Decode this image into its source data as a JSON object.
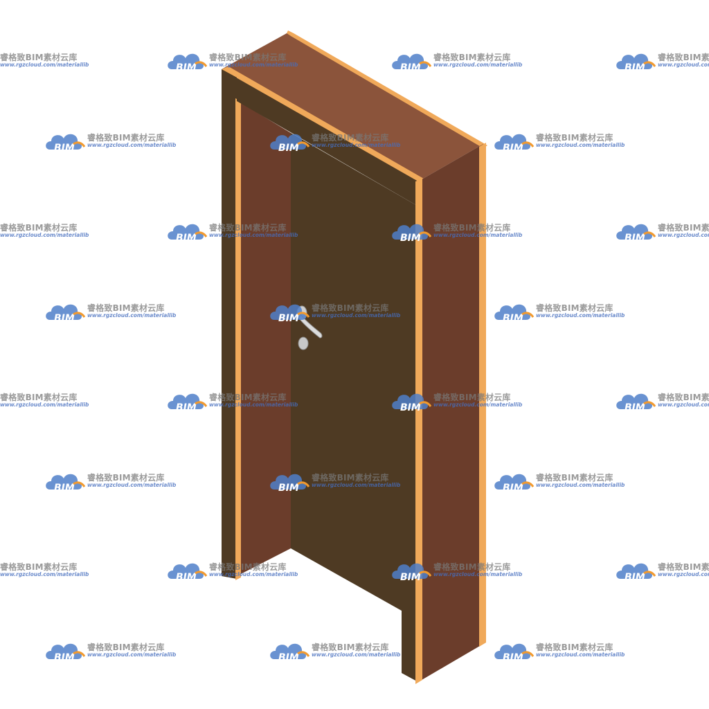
{
  "watermark": {
    "logo_text": "BIM",
    "title": "睿格致BIM素材云库",
    "url": "www.rgzcloud.com/materiallib"
  },
  "colors": {
    "background": "#ffffff",
    "frame_front": "#4e3a23",
    "frame_top": "#8b543b",
    "frame_side": "#6b3d2b",
    "frame_edge": "#f0a95a",
    "door_leaf": "#4e3a23",
    "handle": "#d9d9d9",
    "watermark_blue": "#4f7fc9",
    "watermark_orange": "#f29a2e"
  },
  "icons": {
    "watermark_logo": "cloud-bim-logo-icon",
    "handle": "lever-handle-icon"
  }
}
